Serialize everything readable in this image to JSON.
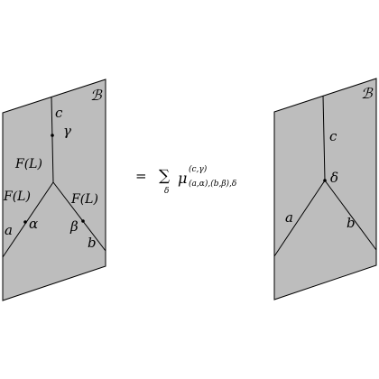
{
  "left_diagram": {
    "category": "ℬ",
    "edge_top": "c",
    "edge_left": "a",
    "edge_right": "b",
    "vertex_top": "γ",
    "vertex_left": "α",
    "vertex_right": "β",
    "functor_top": "F(L)",
    "functor_left": "F(L)",
    "functor_right": "F(L)"
  },
  "equation": {
    "equals": "=",
    "sum_symbol": "∑",
    "sum_index": "δ",
    "mu": "μ",
    "superscript": "(c,γ)",
    "subscript": "(a,α),(b,β),δ"
  },
  "right_diagram": {
    "category": "ℬ",
    "edge_top": "c",
    "edge_left": "a",
    "edge_right": "b",
    "vertex_center": "δ"
  },
  "colors": {
    "sheet_fill": "#bdbdbd",
    "stroke": "#000000"
  }
}
